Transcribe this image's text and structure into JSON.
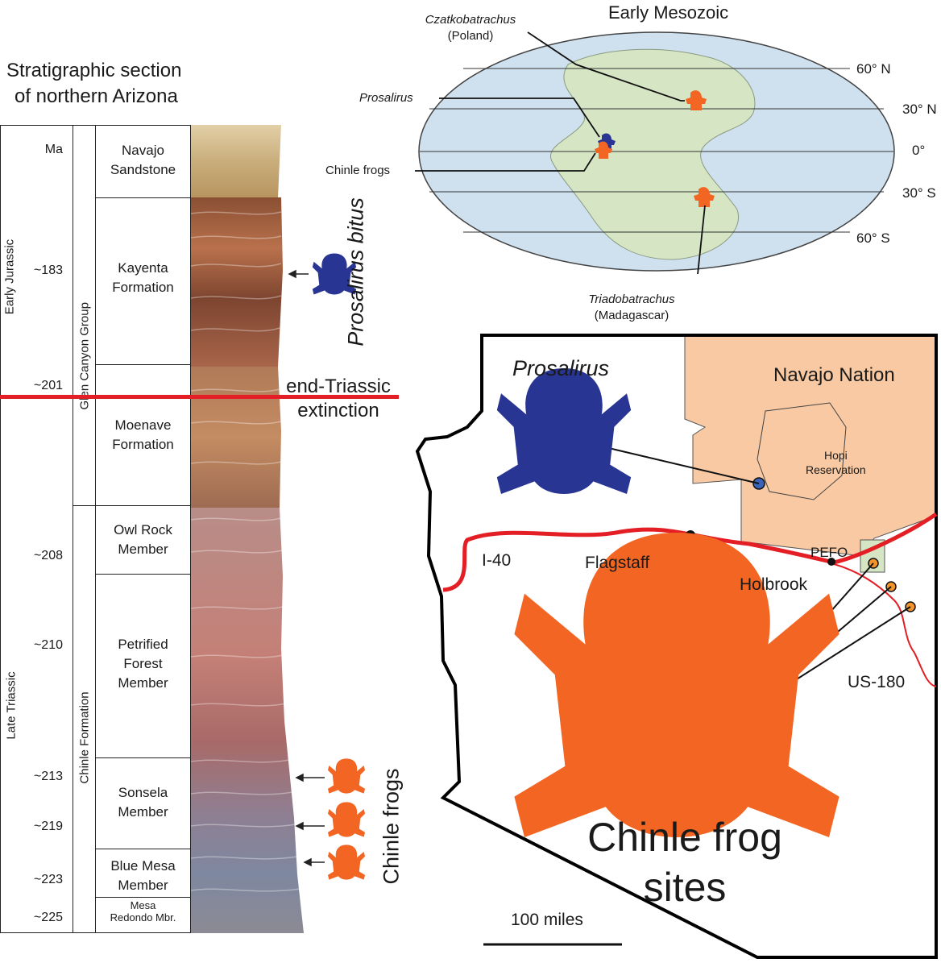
{
  "stratigraphy": {
    "title_line1": "Stratigraphic section",
    "title_line2": "of northern Arizona",
    "ma_label": "Ma",
    "ma_values": [
      "~183",
      "~201",
      "~208",
      "~210",
      "~213",
      "~219",
      "~223",
      "~225"
    ],
    "periods": [
      "Early Jurassic",
      "Late Triassic"
    ],
    "groups": [
      "Glen Canyon Group",
      "Chinle Formation"
    ],
    "units": [
      {
        "l1": "Navajo",
        "l2": "Sandstone"
      },
      {
        "l1": "Kayenta",
        "l2": "Formation"
      },
      {
        "l1": "Moenave",
        "l2": "Formation"
      },
      {
        "l1": "Owl Rock",
        "l2": "Member"
      },
      {
        "l1": "Petrified",
        "l2": "Forest",
        "l3": "Member"
      },
      {
        "l1": "Sonsela",
        "l2": "Member"
      },
      {
        "l1": "Blue Mesa",
        "l2": "Member"
      },
      {
        "l1": "Mesa",
        "l2": "Redondo Mbr."
      }
    ],
    "prosalirus_bitus": "Prosalirus bitus",
    "chinle_frogs": "Chinle frogs",
    "extinction_l1": "end-Triassic",
    "extinction_l2": "extinction"
  },
  "globe": {
    "title": "Early Mesozoic",
    "czatko": "Czatkobatrachus",
    "poland": "(Poland)",
    "prosalirus": "Prosalirus",
    "chinle_frogs": "Chinle frogs",
    "triado": "Triadobatrachus",
    "madagascar": "(Madagascar)",
    "latitudes": [
      "60° N",
      "30° N",
      "0°",
      "30° S",
      "60° S"
    ]
  },
  "arizona": {
    "prosalirus": "Prosalirus",
    "navajo_nation": "Navajo Nation",
    "hopi_l1": "Hopi",
    "hopi_l2": "Reservation",
    "i40": "I-40",
    "flagstaff": "Flagstaff",
    "pefo": "PEFO",
    "holbrook": "Holbrook",
    "us180": "US-180",
    "sites_l1": "Chinle frog",
    "sites_l2": "sites",
    "scale": "100 miles"
  },
  "colors": {
    "blue_frog": "#283593",
    "orange_frog": "#f26522",
    "red_line": "#e31e24",
    "navajo": "#f8c9a2",
    "ocean": "#cfe0ee",
    "land": "#d6e6c4"
  }
}
